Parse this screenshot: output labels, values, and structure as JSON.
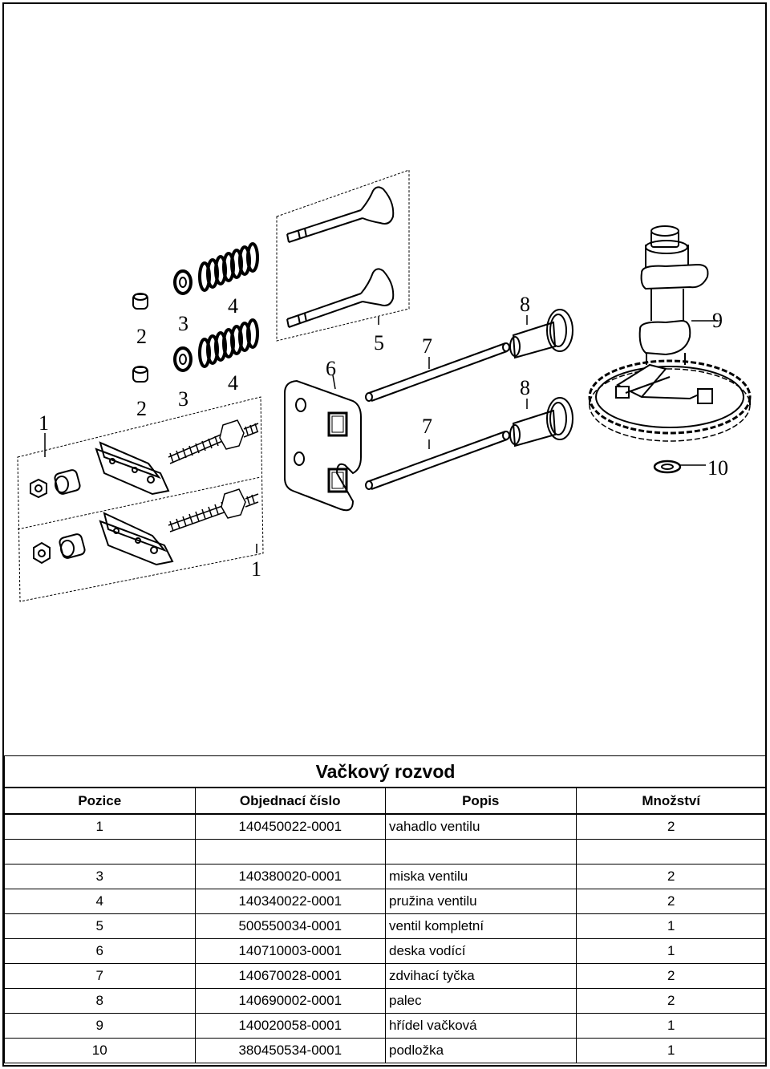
{
  "diagram": {
    "callouts": [
      "1",
      "1",
      "2",
      "2",
      "3",
      "3",
      "4",
      "4",
      "5",
      "6",
      "7",
      "7",
      "8",
      "8",
      "9",
      "10"
    ]
  },
  "table": {
    "title": "Vačkový rozvod",
    "headers": [
      "Pozice",
      "Objednací číslo",
      "Popis",
      "Množství"
    ],
    "rows": [
      [
        "1",
        "140450022-0001",
        "vahadlo ventilu",
        "2"
      ],
      [
        "",
        "",
        "",
        ""
      ],
      [
        "3",
        "140380020-0001",
        "miska ventilu",
        "2"
      ],
      [
        "4",
        "140340022-0001",
        "pružina ventilu",
        "2"
      ],
      [
        "5",
        "500550034-0001",
        "ventil kompletní",
        "1"
      ],
      [
        "6",
        "140710003-0001",
        "deska vodící",
        "1"
      ],
      [
        "7",
        "140670028-0001",
        "zdvihací tyčka",
        "2"
      ],
      [
        "8",
        "140690002-0001",
        "palec",
        "2"
      ],
      [
        "9",
        "140020058-0001",
        "hřídel vačková",
        "1"
      ],
      [
        "10",
        "380450534-0001",
        "podložka",
        "1"
      ]
    ]
  }
}
